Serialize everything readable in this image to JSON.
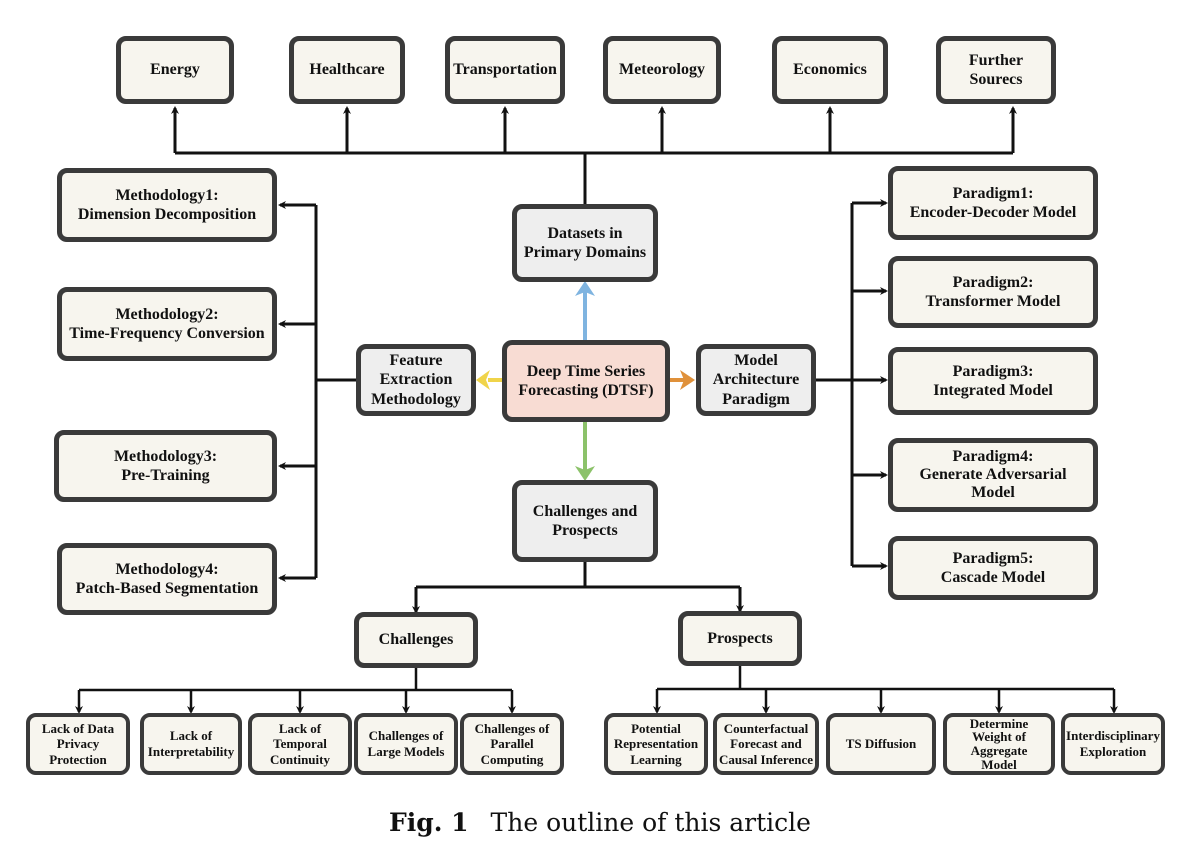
{
  "figure": {
    "caption_label": "Fig. 1",
    "caption_text": "The outline of this article"
  },
  "center": {
    "label": "Deep Time Series\nForecasting (DTSF)"
  },
  "branches": {
    "datasets": "Datasets in\nPrimary Domains",
    "feature": "Feature\nExtraction\nMethodology",
    "model": "Model\nArchitecture\nParadigm",
    "challenges_prospects": "Challenges and\nProspects"
  },
  "domains": [
    "Energy",
    "Healthcare",
    "Transportation",
    "Meteorology",
    "Economics",
    "Further\nSourecs"
  ],
  "methodologies": [
    "Methodology1:\nDimension Decomposition",
    "Methodology2:\nTime-Frequency Conversion",
    "Methodology3:\nPre-Training",
    "Methodology4:\nPatch-Based Segmentation"
  ],
  "paradigms": [
    "Paradigm1:\nEncoder-Decoder Model",
    "Paradigm2:\nTransformer Model",
    "Paradigm3:\nIntegrated Model",
    "Paradigm4:\nGenerate Adversarial\nModel",
    "Paradigm5:\nCascade Model"
  ],
  "challenges": {
    "label": "Challenges",
    "items": [
      "Lack of Data\nPrivacy\nProtection",
      "Lack of\nInterpretability",
      "Lack of\nTemporal\nContinuity",
      "Challenges of\nLarge Models",
      "Challenges of\nParallel\nComputing"
    ]
  },
  "prospects": {
    "label": "Prospects",
    "items": [
      "Potential\nRepresentation\nLearning",
      "Counterfactual\nForecast and\nCausal Inference",
      "TS Diffusion",
      "Determine\nWeight of\nAggregate\nModel",
      "Interdisciplinary\nExploration"
    ]
  },
  "colors": {
    "arrow_datasets": "#7fb4e0",
    "arrow_feature": "#f0d44a",
    "arrow_model": "#e0913a",
    "arrow_challenges": "#8cc26a",
    "connector": "#111111",
    "box_border": "#3a3a3a",
    "leaf_fill": "#f7f5ee",
    "branch_fill": "#eeeeee",
    "center_fill": "#f8dcd3"
  }
}
